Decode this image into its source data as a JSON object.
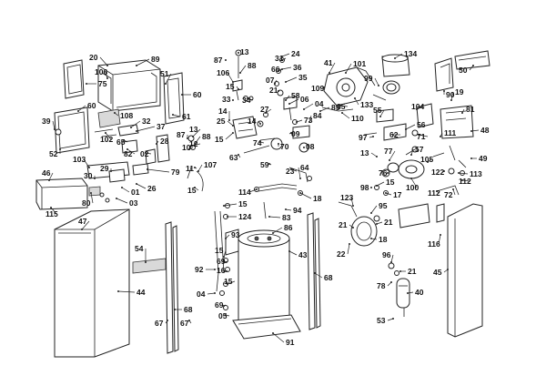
{
  "diagram": {
    "type": "exploded-parts-view",
    "callouts": [
      {
        "t": "20"
      },
      {
        "t": "89"
      },
      {
        "t": "75"
      },
      {
        "t": "106"
      },
      {
        "t": "51"
      },
      {
        "t": "60"
      },
      {
        "t": "61"
      },
      {
        "t": "108"
      },
      {
        "t": "60"
      },
      {
        "t": "39"
      },
      {
        "t": "52"
      },
      {
        "t": "102"
      },
      {
        "t": "37"
      },
      {
        "t": "32"
      },
      {
        "t": "65"
      },
      {
        "t": "28"
      },
      {
        "t": "82"
      },
      {
        "t": "02"
      },
      {
        "t": "87"
      },
      {
        "t": "13"
      },
      {
        "t": "88"
      },
      {
        "t": "12"
      },
      {
        "t": "10"
      },
      {
        "t": "11"
      },
      {
        "t": "107"
      },
      {
        "t": "15"
      },
      {
        "t": "103"
      },
      {
        "t": "30"
      },
      {
        "t": "29"
      },
      {
        "t": "79"
      },
      {
        "t": "26"
      },
      {
        "t": "01"
      },
      {
        "t": "03"
      },
      {
        "t": "46"
      },
      {
        "t": "80"
      },
      {
        "t": "115"
      },
      {
        "t": "47"
      },
      {
        "t": "44"
      },
      {
        "t": "54"
      },
      {
        "t": "67"
      },
      {
        "t": "68"
      },
      {
        "t": "87"
      },
      {
        "t": "13"
      },
      {
        "t": "106"
      },
      {
        "t": "88"
      },
      {
        "t": "15"
      },
      {
        "t": "33"
      },
      {
        "t": "34"
      },
      {
        "t": "25"
      },
      {
        "t": "15"
      },
      {
        "t": "14"
      },
      {
        "t": "27"
      },
      {
        "t": "14"
      },
      {
        "t": "31"
      },
      {
        "t": "24"
      },
      {
        "t": "66"
      },
      {
        "t": "36"
      },
      {
        "t": "07"
      },
      {
        "t": "35"
      },
      {
        "t": "21"
      },
      {
        "t": "58"
      },
      {
        "t": "06"
      },
      {
        "t": "41"
      },
      {
        "t": "101"
      },
      {
        "t": "109"
      },
      {
        "t": "04"
      },
      {
        "t": "85"
      },
      {
        "t": "73"
      },
      {
        "t": "84"
      },
      {
        "t": "09"
      },
      {
        "t": "74"
      },
      {
        "t": "70"
      },
      {
        "t": "08"
      },
      {
        "t": "63"
      },
      {
        "t": "59"
      },
      {
        "t": "64"
      },
      {
        "t": "23"
      },
      {
        "t": "114"
      },
      {
        "t": "18"
      },
      {
        "t": "15"
      },
      {
        "t": "124"
      },
      {
        "t": "83"
      },
      {
        "t": "93"
      },
      {
        "t": "94"
      },
      {
        "t": "86"
      },
      {
        "t": "15"
      },
      {
        "t": "69"
      },
      {
        "t": "43"
      },
      {
        "t": "16"
      },
      {
        "t": "92"
      },
      {
        "t": "15"
      },
      {
        "t": "04"
      },
      {
        "t": "69"
      },
      {
        "t": "05"
      },
      {
        "t": "67"
      },
      {
        "t": "68"
      },
      {
        "t": "91"
      },
      {
        "t": "134"
      },
      {
        "t": "99"
      },
      {
        "t": "133"
      },
      {
        "t": "110"
      },
      {
        "t": "50"
      },
      {
        "t": "90"
      },
      {
        "t": "19"
      },
      {
        "t": "85"
      },
      {
        "t": "81"
      },
      {
        "t": "48"
      },
      {
        "t": "55"
      },
      {
        "t": "104"
      },
      {
        "t": "56"
      },
      {
        "t": "62"
      },
      {
        "t": "97"
      },
      {
        "t": "77"
      },
      {
        "t": "71"
      },
      {
        "t": "111"
      },
      {
        "t": "57"
      },
      {
        "t": "13"
      },
      {
        "t": "76"
      },
      {
        "t": "15"
      },
      {
        "t": "100"
      },
      {
        "t": "105"
      },
      {
        "t": "113"
      },
      {
        "t": "49"
      },
      {
        "t": "122"
      },
      {
        "t": "112"
      },
      {
        "t": "112"
      },
      {
        "t": "72"
      },
      {
        "t": "98"
      },
      {
        "t": "17"
      },
      {
        "t": "123"
      },
      {
        "t": "95"
      },
      {
        "t": "21"
      },
      {
        "t": "21"
      },
      {
        "t": "22"
      },
      {
        "t": "18"
      },
      {
        "t": "116"
      },
      {
        "t": "45"
      },
      {
        "t": "96"
      },
      {
        "t": "21"
      },
      {
        "t": "78"
      },
      {
        "t": "40"
      },
      {
        "t": "53"
      }
    ]
  }
}
